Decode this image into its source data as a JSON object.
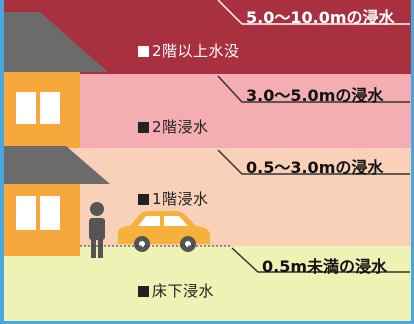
{
  "colors": {
    "band_1": "#a8303f",
    "band_2": "#f4aeb1",
    "band_3": "#f9d0b8",
    "band_4": "#eef2b4",
    "border": "#4aa7dd",
    "house_wall": "#f6a83c",
    "roof": "#6b6b6b",
    "car": "#f6b13c",
    "person": "#555555"
  },
  "depth_labels": [
    "5.0～10.0mの浸水",
    "3.0～5.0mの浸水",
    "0.5～3.0mの浸水",
    "0.5m未満の浸水"
  ],
  "level_labels": [
    "2階以上水没",
    "2階浸水",
    "1階浸水",
    "床下浸水"
  ]
}
